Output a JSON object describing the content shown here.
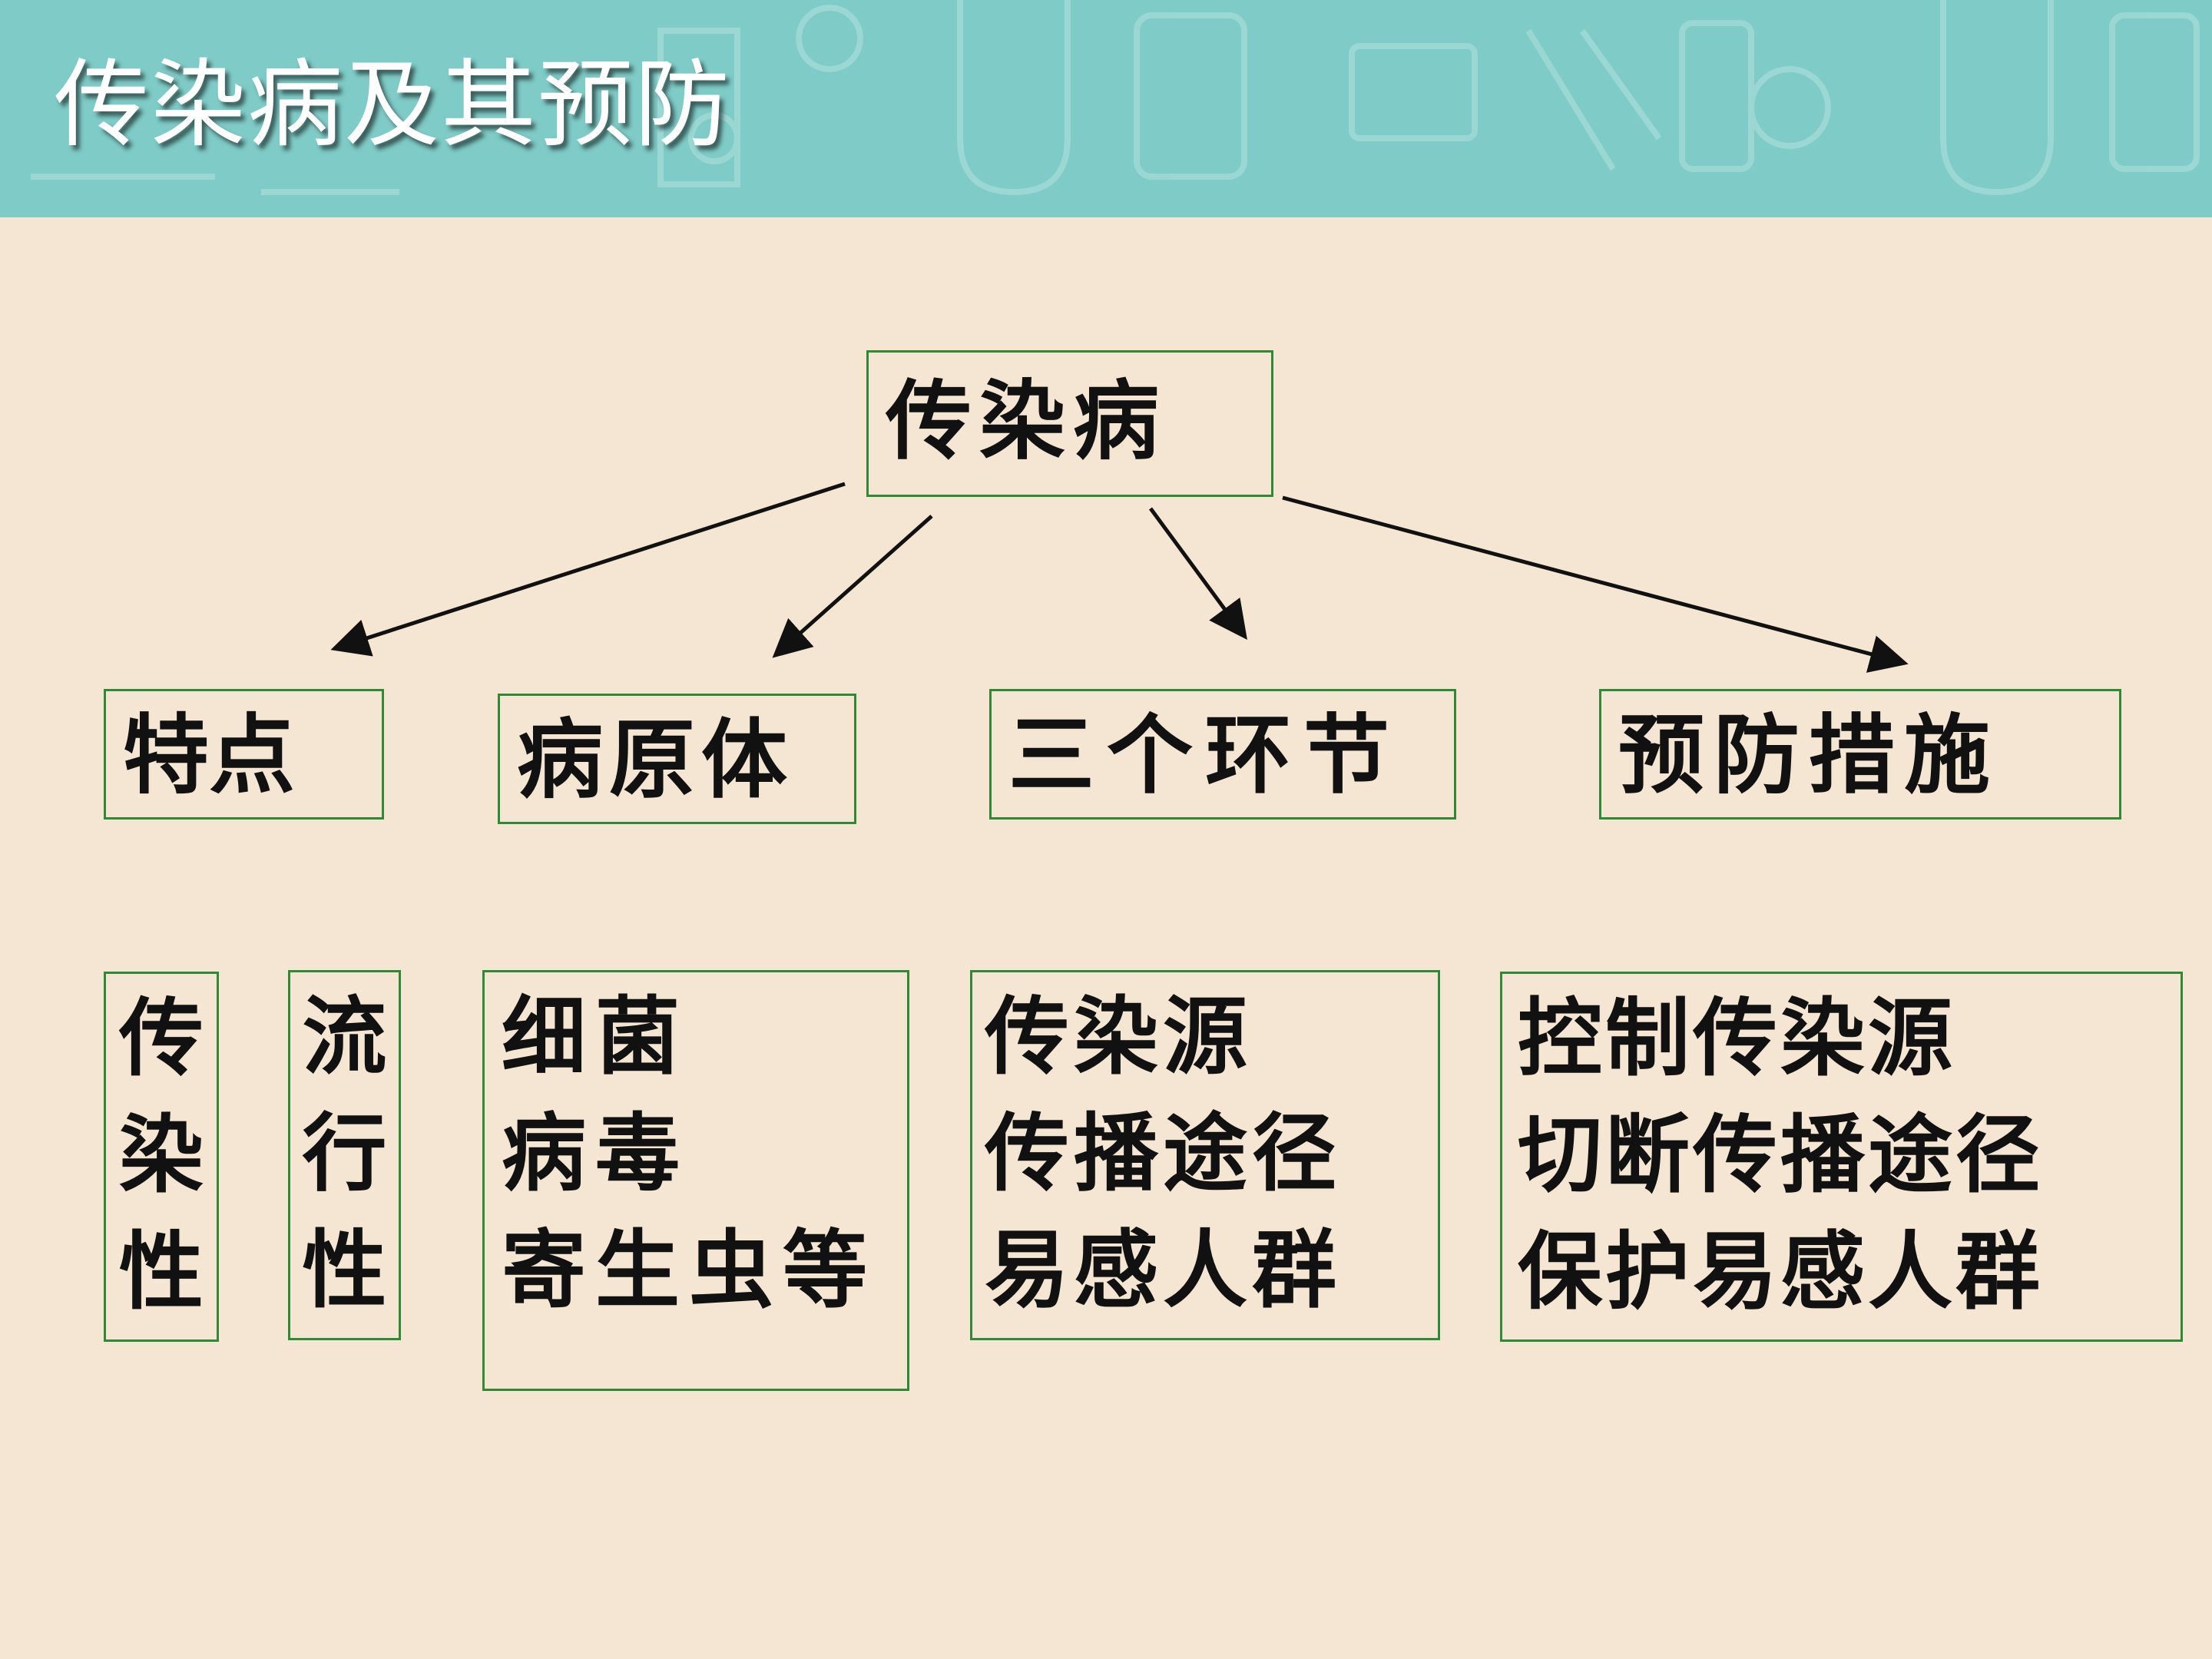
{
  "title": "传染病及其预防",
  "root": {
    "label": "传染病"
  },
  "categories": [
    {
      "label": "特点"
    },
    {
      "label": "病原体"
    },
    {
      "label": "三个环节"
    },
    {
      "label": "预防措施"
    }
  ],
  "features": [
    {
      "chars": [
        "传",
        "染",
        "性"
      ]
    },
    {
      "chars": [
        "流",
        "行",
        "性"
      ]
    }
  ],
  "pathogens": [
    "细菌",
    "病毒",
    "寄生虫等"
  ],
  "links": [
    "传染源",
    "传播途径",
    "易感人群"
  ],
  "measures": [
    "控制传染源",
    "切断传播途径",
    "保护易感人群"
  ],
  "colors": {
    "banner": "#7fcbc7",
    "background": "#f4e6d3",
    "box_border": "#2f8a35",
    "text": "#111111"
  }
}
